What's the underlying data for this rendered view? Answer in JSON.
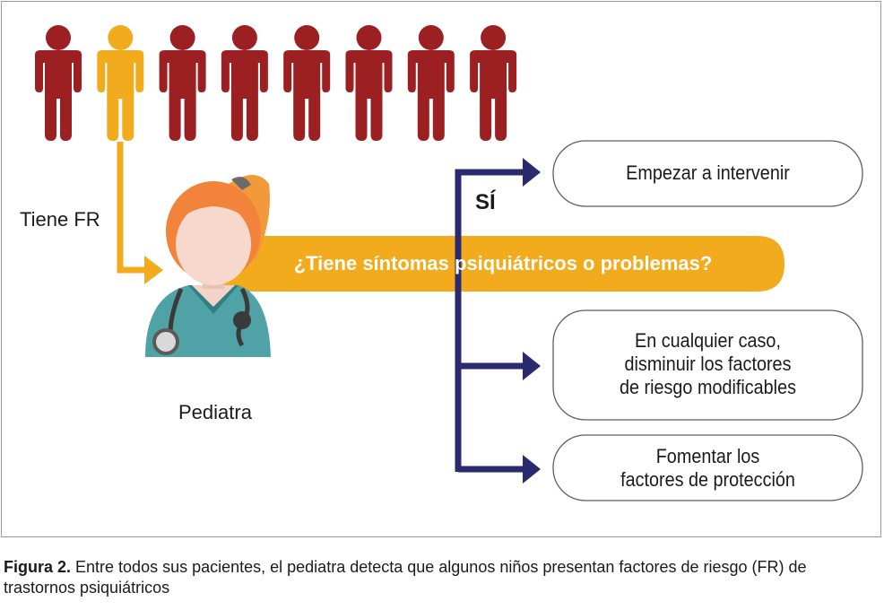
{
  "diagram": {
    "people_count": 8,
    "highlighted_person_index": 1,
    "colors": {
      "person_default": "#9c1f22",
      "person_highlight": "#f2ab1c",
      "orange_arrow": "#f2ab1c",
      "question_bar": "#f2ab1c",
      "navy_arrow": "#2a2b6e",
      "box_border": "#5e5e5e",
      "frame_border": "#9a9a9a"
    },
    "label_tiene_fr": "Tiene FR",
    "label_pediatra": "Pediatra",
    "question": "¿Tiene síntomas psiquiátricos o problemas?",
    "label_si": "SÍ",
    "box_intervenir": {
      "lines": [
        "Empezar a intervenir"
      ]
    },
    "box_factores_riesgo": {
      "lines": [
        "En cualquier caso,",
        "disminuir los factores",
        "de riesgo modificables"
      ]
    },
    "box_proteccion": {
      "lines": [
        "Fomentar los",
        "factores de protección"
      ]
    },
    "icons": [
      "person-icon",
      "doctor-avatar-icon",
      "stethoscope-icon"
    ]
  },
  "caption": {
    "label": "Figura 2.",
    "text": " Entre todos sus pacientes, el pediatra detecta que algunos niños presentan factores de riesgo (FR) de trastornos psiquiátricos"
  }
}
